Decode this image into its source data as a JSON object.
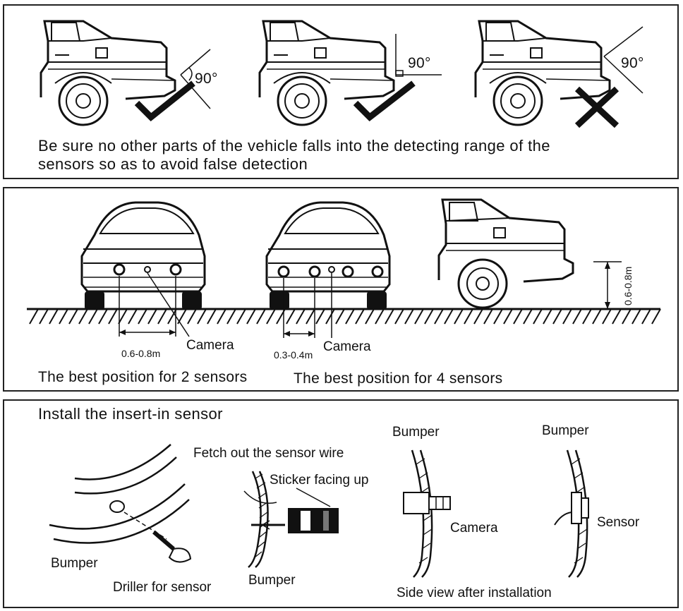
{
  "panel1": {
    "angle_labels": [
      "90°",
      "90°",
      "90°"
    ],
    "caption_line1": "Be sure no other parts of the vehicle falls into the detecting range of the",
    "caption_line2": "sensors so as to avoid false detection"
  },
  "panel2": {
    "left_spacing": "0.6-0.8m",
    "left_camera": "Camera",
    "left_caption": "The best position for 2 sensors",
    "mid_spacing": "0.3-0.4m",
    "mid_camera": "Camera",
    "mid_caption": "The best position for 4 sensors",
    "height_label": "0.6-0.8m"
  },
  "panel3": {
    "title": "Install the insert-in sensor",
    "bumper_left": "Bumper",
    "driller": "Driller for sensor",
    "fetch_wire": "Fetch out the sensor wire",
    "sticker": "Sticker facing up",
    "bumper_mid": "Bumper",
    "bumper_cam": "Bumper",
    "camera": "Camera",
    "bumper_sensor": "Bumper",
    "sensor": "Sensor",
    "side_view": "Side view after installation"
  }
}
